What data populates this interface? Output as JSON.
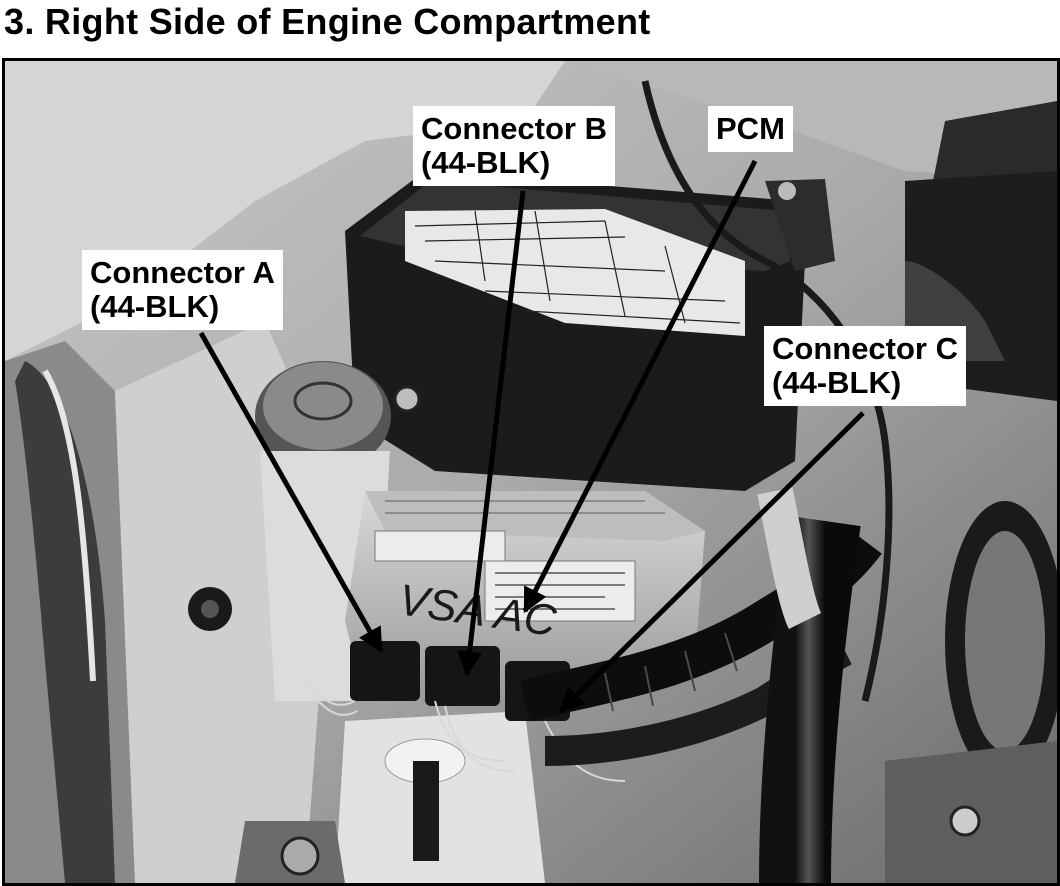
{
  "title": "3. Right Side of Engine Compartment",
  "callouts": {
    "connector_a": {
      "name": "Connector A",
      "code": "(44-BLK)"
    },
    "connector_b": {
      "name": "Connector B",
      "code": "(44-BLK)"
    },
    "pcm": {
      "name": "PCM"
    },
    "connector_c": {
      "name": "Connector C",
      "code": "(44-BLK)"
    }
  },
  "handwritten_marking": "VSA AC"
}
